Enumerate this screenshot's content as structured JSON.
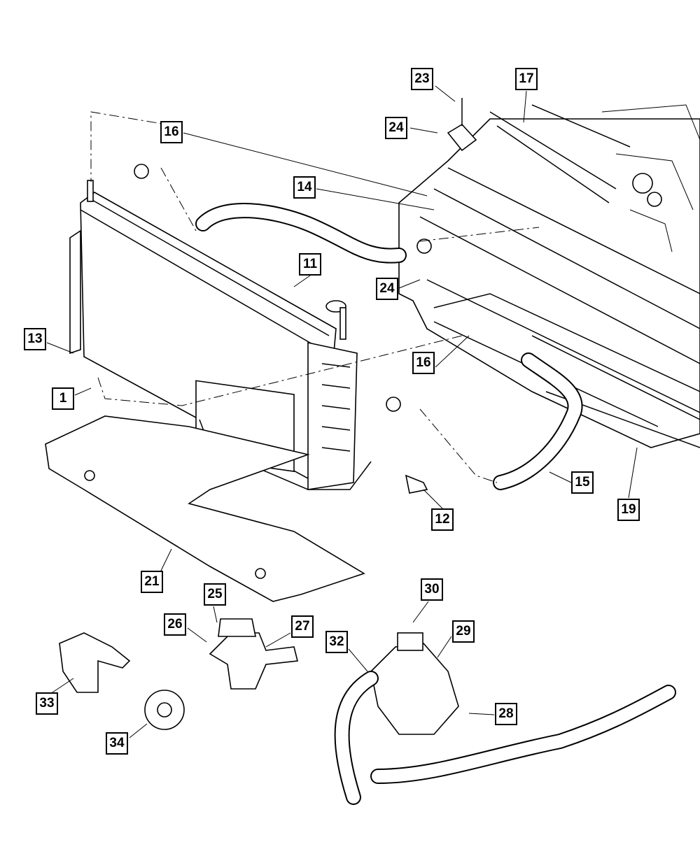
{
  "diagram": {
    "callouts": [
      "23",
      "17",
      "24",
      "16",
      "14",
      "11",
      "24",
      "13",
      "16",
      "1",
      "15",
      "19",
      "12",
      "21",
      "30",
      "25",
      "26",
      "27",
      "29",
      "32",
      "28",
      "33",
      "34"
    ]
  },
  "colors": {
    "line": "#000000",
    "background": "#ffffff"
  }
}
